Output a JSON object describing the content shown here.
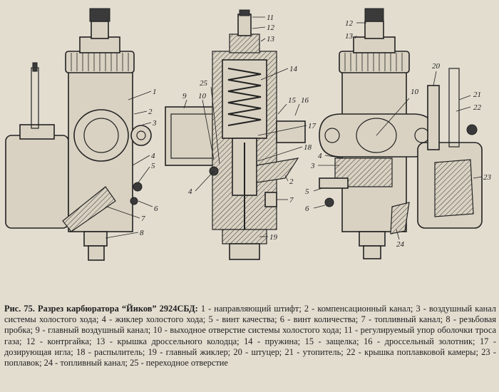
{
  "figure": {
    "callouts": [
      "1",
      "2",
      "3",
      "4",
      "5",
      "6",
      "7",
      "8",
      "9",
      "10",
      "11",
      "12",
      "13",
      "14",
      "15",
      "16",
      "17",
      "18",
      "19",
      "20",
      "21",
      "22",
      "23",
      "24",
      "25"
    ]
  },
  "caption": {
    "title": "Рис. 75. Разрез карбюратора “Йиков” 2924СБД:",
    "text": "1 - направляющий штифт; 2 - компенсационный канал; 3 - воздушный канал системы холостого хода; 4 - жиклер холостого хода; 5 - винт качества; 6 - винт количества; 7 - топливный канал; 8 - резьбовая пробка; 9 - главный воздушный канал; 10 - выходное отверстие системы холостого хода; 11 - регулируемый упор оболочки троса газа; 12 - контргайка; 13 - крышка дроссельного колодца; 14 - пружина; 15 - защелка; 16 - дроссельный золотник; 17 - дозирующая игла; 18 - распылитель; 19 - главный жиклер; 20 - штуцер; 21 - утопитель; 22 - крышка поплавковой камеры; 23 - поплавок; 24 - топливный канал; 25 - переходное отверстие"
  }
}
